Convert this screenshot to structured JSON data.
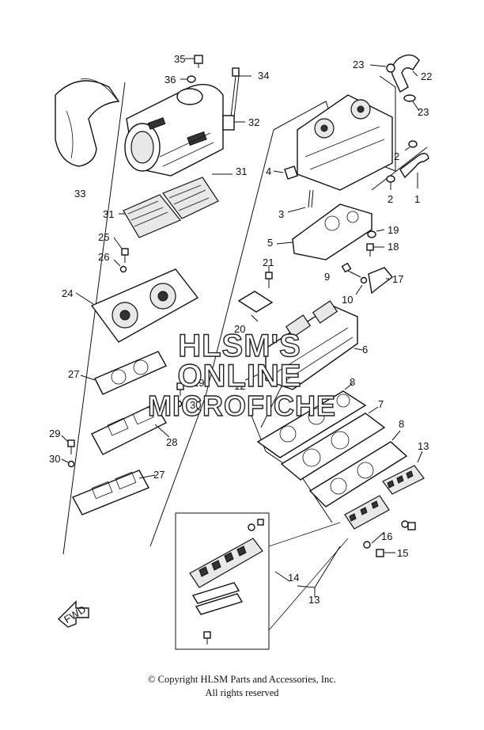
{
  "callouts": {
    "c1": "1",
    "c2a": "2",
    "c2b": "2",
    "c3": "3",
    "c4": "4",
    "c5": "5",
    "c6": "6",
    "c7": "7",
    "c8a": "8",
    "c8b": "8",
    "c9": "9",
    "c10": "10",
    "c12": "12",
    "c13a": "13",
    "c13b": "13",
    "c14": "14",
    "c15": "15",
    "c16": "16",
    "c17": "17",
    "c18": "18",
    "c19": "19",
    "c20": "20",
    "c21": "21",
    "c22": "22",
    "c23a": "23",
    "c23b": "23",
    "c24": "24",
    "c25": "25",
    "c26": "26",
    "c27a": "27",
    "c27b": "27",
    "c28": "28",
    "c29a": "29",
    "c29b": "29",
    "c30a": "30",
    "c30b": "30",
    "c31a": "31",
    "c31b": "31",
    "c32": "32",
    "c33": "33",
    "c34": "34",
    "c35": "35",
    "c36": "36"
  },
  "fwd_label": "FWD",
  "watermark": {
    "line1": "HLSM'S",
    "line2": "ONLINE",
    "line3": "MICROFICHE"
  },
  "copyright": {
    "line1": "© Copyright HLSM Parts and Accessories, Inc.",
    "line2": "All rights reserved"
  }
}
